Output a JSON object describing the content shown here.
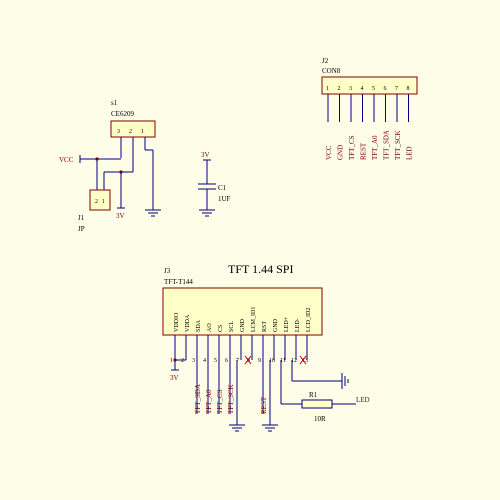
{
  "title": "TFT 1.44 SPI",
  "u1": {
    "ref": "s1",
    "part": "CE6209",
    "pins": [
      "3",
      "2",
      "1"
    ],
    "vcc_label": "VCC",
    "label_3v": "3V"
  },
  "jp1": {
    "ref": "J1",
    "part": "JP",
    "pins": [
      "2",
      "1"
    ]
  },
  "c1": {
    "ref": "C1",
    "value": "1UF",
    "label_3v": "3V"
  },
  "j2": {
    "ref": "J2",
    "part": "CON8",
    "pins": [
      "1",
      "2",
      "3",
      "4",
      "5",
      "6",
      "7",
      "8"
    ],
    "nets": [
      "VCC",
      "GND",
      "TFT_CS",
      "REST",
      "TFT_A0",
      "TFT_SDA",
      "TFT_SCK",
      "LED"
    ]
  },
  "j3": {
    "ref": "J3",
    "part": "TFT-T144",
    "pins": [
      "1",
      "2",
      "3",
      "4",
      "5",
      "6",
      "7",
      "8",
      "9",
      "10",
      "11",
      "12",
      "13"
    ],
    "names": [
      "VDDIO",
      "VDDA",
      "SDA",
      "AO",
      "CS",
      "SCL",
      "GND",
      "LCM_ID1",
      "RST",
      "GND",
      "LED+",
      "LED-",
      "LCD_ID2"
    ],
    "nets": [
      "TFT_SDA",
      "TFT_A0",
      "TFT_CS",
      "TFT_SCK",
      "REST"
    ],
    "label_3v": "3V"
  },
  "r1": {
    "ref": "R1",
    "value": "10R",
    "net": "LED"
  }
}
